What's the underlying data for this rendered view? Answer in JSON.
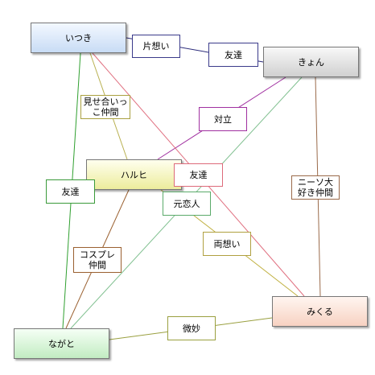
{
  "nodes": {
    "itsuki": "いつき",
    "kyon": "きょん",
    "haruhi": "ハルヒ",
    "mikuru": "みくる",
    "nagato": "ながと"
  },
  "edges": [
    {
      "from": "itsuki",
      "to": "kyon",
      "label": "片想い",
      "color": "#2a2a7a"
    },
    {
      "from": "itsuki",
      "to": "kyon",
      "label": "友達",
      "color": "#2a2a7a"
    },
    {
      "from": "itsuki",
      "to": "haruhi",
      "label": "見せ合いっこ仲間",
      "color": "#b8b050"
    },
    {
      "from": "haruhi",
      "to": "kyon",
      "label": "対立",
      "color": "#a030a0"
    },
    {
      "from": "itsuki",
      "to": "mikuru",
      "label": "友達",
      "color": "#e07080"
    },
    {
      "from": "itsuki",
      "to": "nagato",
      "label": "友達",
      "color": "#30a030"
    },
    {
      "from": "kyon",
      "to": "mikuru",
      "label": "ニーソ大好き仲間",
      "color": "#9a6a4a"
    },
    {
      "from": "kyon",
      "to": "nagato",
      "label": "元恋人",
      "color": "#80c090"
    },
    {
      "from": "haruhi",
      "to": "mikuru",
      "label": "両想い",
      "color": "#c0b040"
    },
    {
      "from": "haruhi",
      "to": "nagato",
      "label": "コスプレ仲間",
      "color": "#9a6030"
    },
    {
      "from": "nagato",
      "to": "mikuru",
      "label": "微妙",
      "color": "#9aa040"
    }
  ]
}
